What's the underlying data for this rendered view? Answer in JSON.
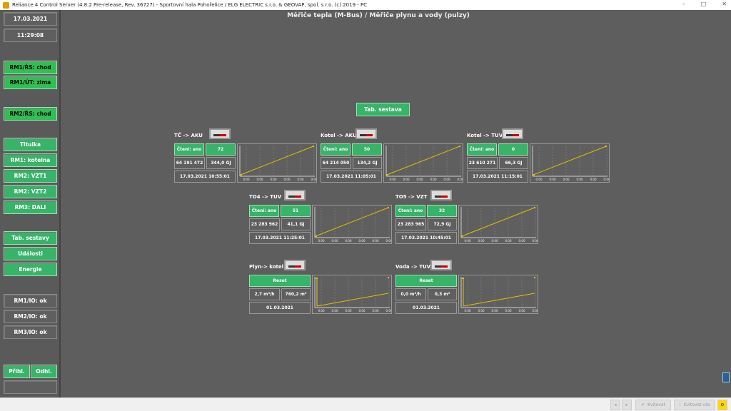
{
  "window": {
    "title": "Reliance 4 Control Server (4.8.2 Pre-release, Rev. 36727) - Sportovní hala Pohořelice / ELG ELECTRIC s.r.o. & GEOVAP, spol. s r.o. (c) 2019 - PC",
    "min": "–",
    "max": "□",
    "close": "✕"
  },
  "sidebar": {
    "date": "17.03.2021",
    "time": "11:29:08",
    "status": [
      "RM1/ŘS: chod",
      "RM1/ÚT: zima",
      "RM2/ŘS: chod"
    ],
    "nav": [
      "Titulka",
      "RM1: kotelna",
      "RM2: VZT1",
      "RM2: VZT2",
      "RM3: DALI"
    ],
    "nav2": [
      "Tab. sestavy",
      "Události",
      "Energie"
    ],
    "io": [
      "RM1/IO: ok",
      "RM2/IO: ok",
      "RM3/IO: ok"
    ],
    "login": "Přihl.",
    "logout": "Odhl."
  },
  "main": {
    "title": "Měřiče tepla (M-Bus) / Měřiče plynu a vody (pulzy)",
    "tab_button": "Tab. sestava"
  },
  "meters": [
    {
      "label": "TČ -> AKU",
      "status": "Čtení: ano",
      "value": "72",
      "counter": "64 191 472",
      "energy": "344,0 GJ",
      "timestamp": "17.03.2021 10:55:01"
    },
    {
      "label": "Kotel -> AKU",
      "status": "Čtení: ano",
      "value": "50",
      "counter": "64 214 050",
      "energy": "134,2 GJ",
      "timestamp": "17.03.2021 11:05:01"
    },
    {
      "label": "Kotel -> TUV",
      "status": "Čtení: ano",
      "value": "0",
      "counter": "23 610 271",
      "energy": "66,3 GJ",
      "timestamp": "17.03.2021 11:15:01"
    },
    {
      "label": "TO4 -> TUV",
      "status": "Čtení: ano",
      "value": "51",
      "counter": "23 283 962",
      "energy": "41,1 GJ",
      "timestamp": "17.03.2021 11:25:01"
    },
    {
      "label": "TO5 -> VZT",
      "status": "Čtení: ano",
      "value": "32",
      "counter": "23 283 965",
      "energy": "72,9 GJ",
      "timestamp": "17.03.2021 10:45:01"
    },
    {
      "label": "Plyn-> kotel",
      "reset": "Reset",
      "flow": "2,7 m³/h",
      "volume": "760,2 m³",
      "timestamp": "01.03.2021"
    },
    {
      "label": "Voda -> TUV",
      "reset": "Reset",
      "flow": "0,0 m³/h",
      "volume": "0,3 m³",
      "timestamp": "01.03.2021"
    }
  ],
  "chart_ticks": [
    "0:00",
    "0:00",
    "0:00",
    "0:00",
    "0:00",
    "0:00"
  ],
  "statusbar": {
    "ack": "Kvitovat",
    "ack_all": "Kvitovat vše",
    "prev": "◂",
    "next": "▸"
  },
  "colors": {
    "green": "#37b36a",
    "bg": "#5e5e5e",
    "line": "#e0c000"
  }
}
